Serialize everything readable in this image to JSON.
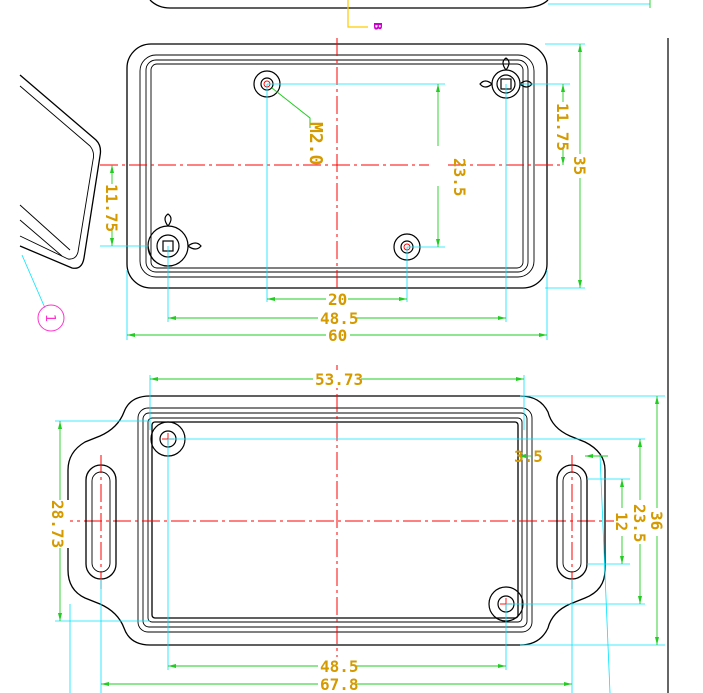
{
  "top_view": {
    "thread_label": "M2.0",
    "dims": {
      "hole_pitch_x": "20",
      "base_width_inner": "48.5",
      "width_overall": "60",
      "hole_pitch_y": "23.5",
      "left_offset": "11.75",
      "right_offset": "11.75",
      "height_overall": "35"
    },
    "balloon": "1",
    "section_mark": "B"
  },
  "bottom_view": {
    "dims": {
      "top_width": "53.73",
      "left_height": "28.73",
      "inset": "3.5",
      "slot_height": "12",
      "hole_pitch_y": "23.5",
      "height_overall": "36",
      "hole_pitch_x": "48.5",
      "flange_width": "67.8"
    }
  }
}
